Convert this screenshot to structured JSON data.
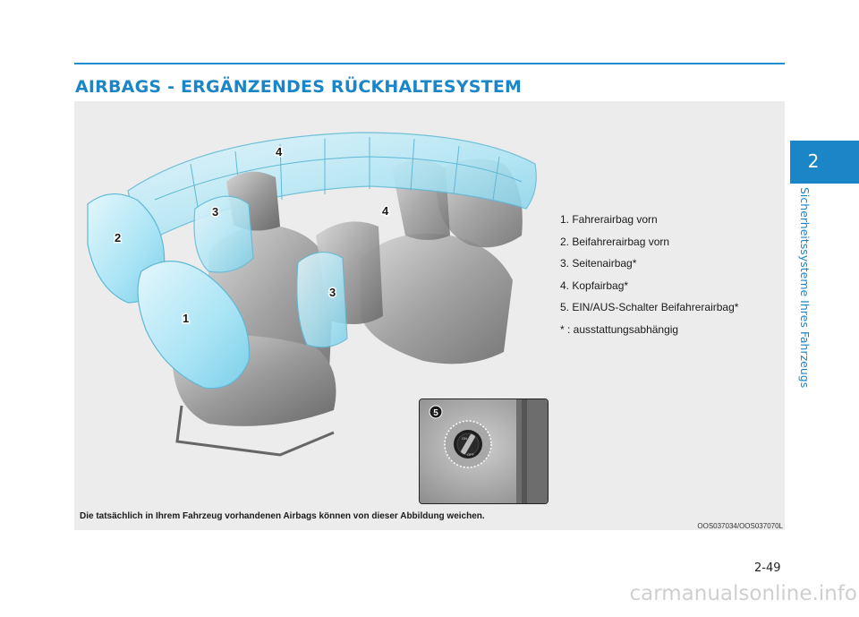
{
  "section": {
    "title": "AIRBAGS - ERGÄNZENDES RÜCKHALTESYSTEM"
  },
  "figure": {
    "callouts": [
      "1",
      "2",
      "3",
      "3",
      "4",
      "4",
      "5"
    ],
    "legend": [
      "1. Fahrerairbag vorn",
      "2. Beifahrerairbag vorn",
      "3. Seitenairbag*",
      "4. Kopfairbag*",
      "5. EIN/AUS-Schalter Beifahrerairbag*",
      "* : ausstattungsabhängig"
    ],
    "caption": "Die tatsächlich in Ihrem Fahrzeug vorhandenen Airbags können von dieser Abbildung weichen.",
    "image_code": "OOS037034/OOS037070L"
  },
  "side_tab": {
    "number": "2",
    "chapter": "Sicherheitssysteme Ihres Fahrzeugs"
  },
  "page_number": "2-49",
  "footer": {
    "url": "carmanualsonline.info"
  },
  "colors": {
    "accent": "#1a86c8",
    "airbag": "#a9e4f5",
    "panel": "#ececec"
  }
}
